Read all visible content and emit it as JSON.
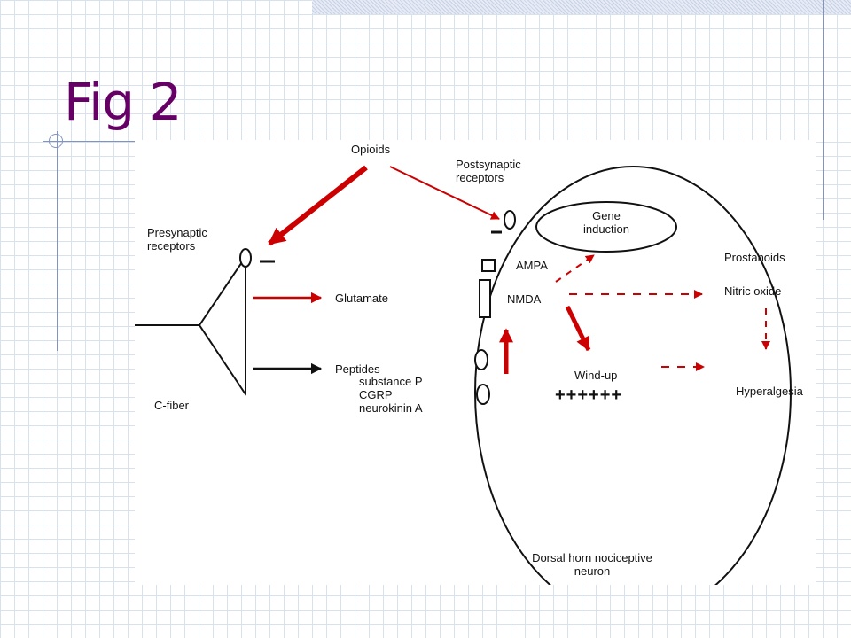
{
  "slide": {
    "title": "Fig 2",
    "title_color": "#660066",
    "accent_color": "#7f94c4"
  },
  "diagram": {
    "colors": {
      "red": "#cc0000",
      "black": "#111111"
    },
    "labels": {
      "opioids": "Opioids",
      "postsynaptic_receptors": "Postsynaptic\nreceptors",
      "presynaptic_receptors": "Presynaptic\nreceptors",
      "gene_induction": "Gene\ninduction",
      "ampa": "AMPA",
      "nmda": "NMDA",
      "prostanoids": "Prostanoids",
      "nitric_oxide": "Nitric oxide",
      "glutamate": "Glutamate",
      "peptides": "Peptides",
      "peptide_list": "substance P\nCGRP\nneurokinin A",
      "c_fiber": "C-fiber",
      "wind_up": "Wind-up",
      "wind_up_plus": "++++++",
      "hyperalgesia": "Hyperalgesia",
      "neuron": "Dorsal horn nociceptive\nneuron"
    }
  }
}
